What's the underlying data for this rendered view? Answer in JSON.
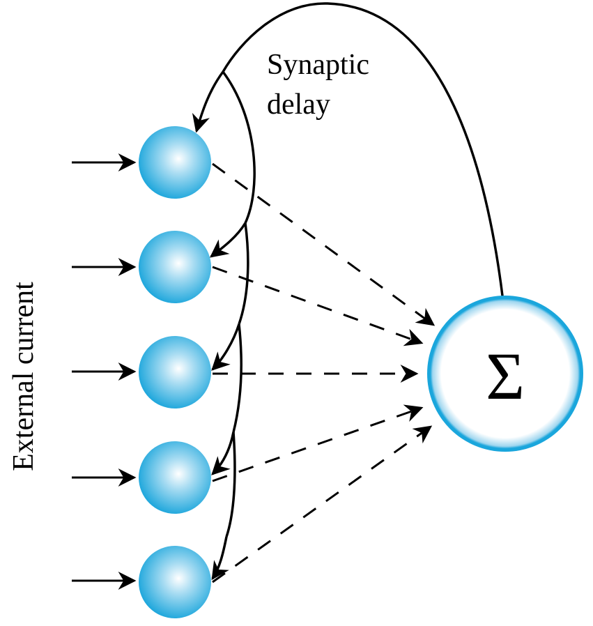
{
  "labels": {
    "synaptic_line1": "Synaptic",
    "synaptic_line2": "delay",
    "external_current": "External current",
    "sum_symbol": "Σ"
  },
  "neurons": [
    {
      "id": "neuron-1"
    },
    {
      "id": "neuron-2"
    },
    {
      "id": "neuron-3"
    },
    {
      "id": "neuron-4"
    },
    {
      "id": "neuron-5"
    }
  ],
  "colors": {
    "neuron": "#1aa6dc",
    "sum_ring": "#1aa6dc",
    "stroke": "#000000"
  }
}
